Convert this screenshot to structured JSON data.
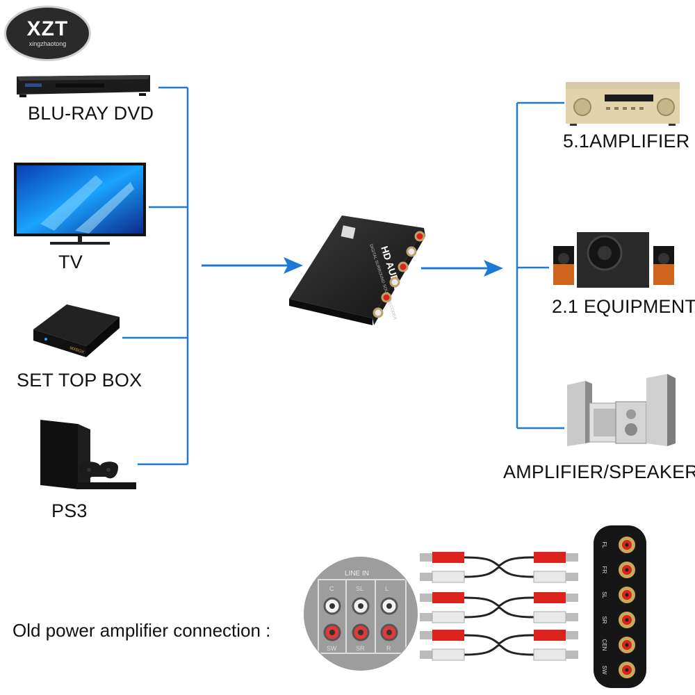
{
  "logo": {
    "brand": "XZT",
    "sub": "xingzhaotong"
  },
  "sources": [
    {
      "label": "BLU-RAY DVD"
    },
    {
      "label": "TV"
    },
    {
      "label": "SET TOP BOX"
    },
    {
      "label": "PS3"
    }
  ],
  "outputs": [
    {
      "label": "5.1AMPLIFIER"
    },
    {
      "label": "2.1 EQUIPMENT"
    },
    {
      "label": "AMPLIFIER/SPEAKER"
    }
  ],
  "device": {
    "title": "HD AUDIO RUSH",
    "subtitle": "DIGITAL SURROUND SOUND DECODER"
  },
  "bottom": {
    "caption": "Old power amplifier connection :",
    "line_in": "LINE IN",
    "panel_top_labels": [
      "C",
      "SL",
      "L"
    ],
    "panel_bottom_labels": [
      "SW",
      "SR",
      "R"
    ],
    "decoder_jacks": [
      "FL",
      "FR",
      "SL",
      "SR",
      "CEN",
      "SW"
    ]
  },
  "colors": {
    "line": "#1e78d6",
    "red_plug": "#d9231c",
    "white_plug": "#e8e8e8"
  }
}
